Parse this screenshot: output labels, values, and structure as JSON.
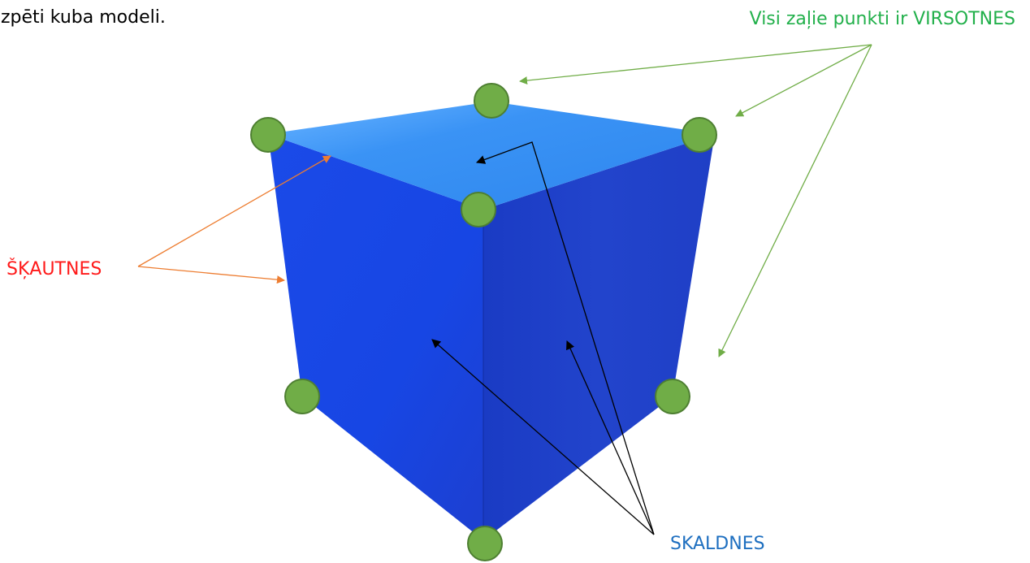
{
  "intro_text": "zpēti kuba modeli.",
  "labels": {
    "vertices": "Visi zaļie punkti ir VIRSOTNES",
    "edges": "ŠĶAUTNES",
    "faces": "SKALDNES"
  },
  "colors": {
    "vertices_label": "#22B04B",
    "edges_label": "#FF1A1A",
    "faces_label": "#1E6FC0",
    "vertex_fill": "#70AD47",
    "vertex_stroke": "#4E7F32",
    "vertex_arrow": "#70AD47",
    "edge_arrow": "#ED7D31",
    "face_arrow": "#000000",
    "cube_top": "#3A93F5",
    "cube_left": "#1848E6",
    "cube_right": "#1F3FCB"
  }
}
